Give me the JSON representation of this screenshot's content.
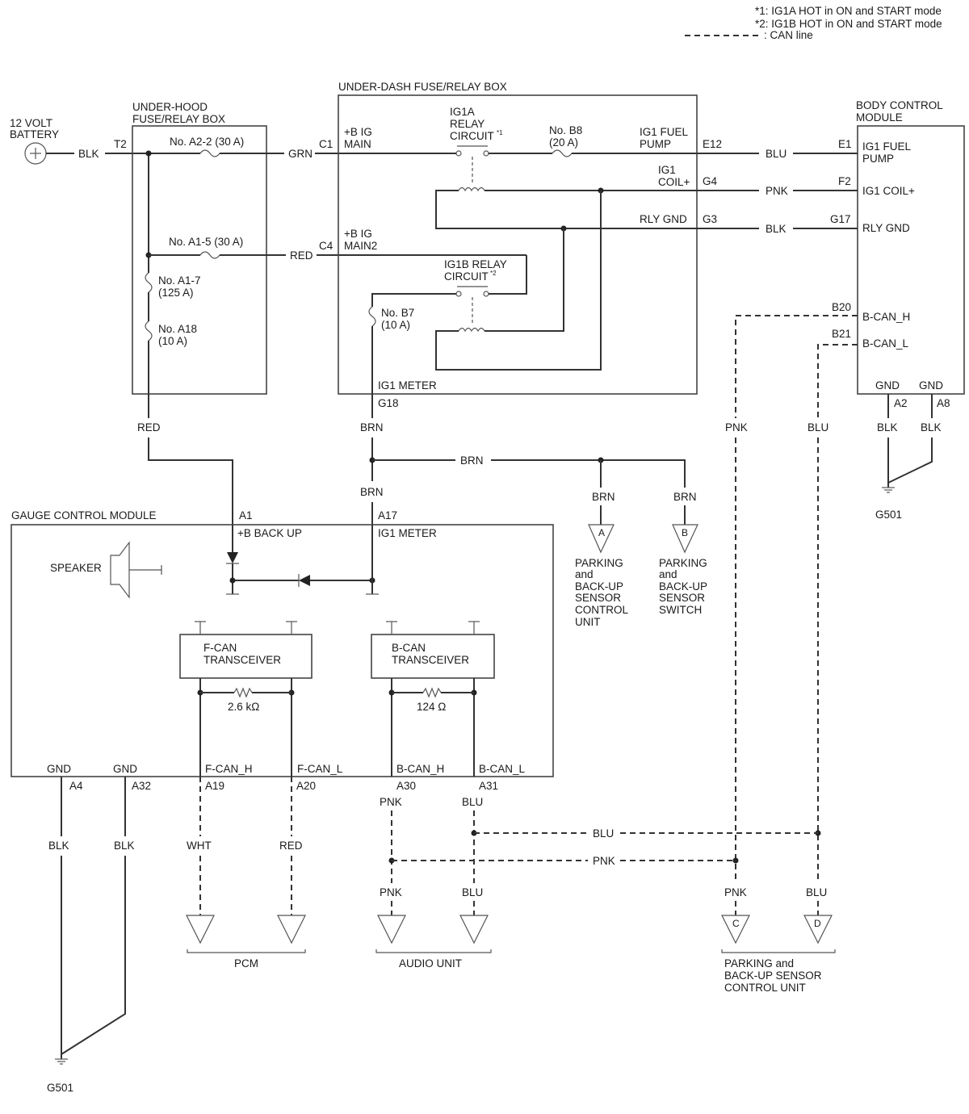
{
  "legend": {
    "note1": "*1: IG1A HOT in ON and START mode",
    "note2": "*2: IG1B HOT in ON and START mode",
    "can_line": ": CAN line"
  },
  "battery": {
    "l1": "12 VOLT",
    "l2": "BATTERY"
  },
  "under_hood": {
    "t1": "UNDER-HOOD",
    "t2": "FUSE/RELAY BOX",
    "fuse_a2_2": "No. A2-2 (30 A)",
    "fuse_a1_5": "No. A1-5 (30 A)",
    "fuse_a1_7_l1": "No. A1-7",
    "fuse_a1_7_l2": "(125 A)",
    "fuse_a18_l1": "No. A18",
    "fuse_a18_l2": "(10 A)"
  },
  "under_dash": {
    "title": "UNDER-DASH FUSE/RELAY BOX",
    "b_ig_main_l1": "+B IG",
    "b_ig_main_l2": "MAIN",
    "b_ig_main2_l1": "+B IG",
    "b_ig_main2_l2": "MAIN2",
    "ig1a_l1": "IG1A",
    "ig1a_l2": "RELAY",
    "ig1a_l3": "CIRCUIT",
    "ig1a_sup": "*1",
    "ig1b_l1": "IG1B RELAY",
    "ig1b_l2": "CIRCUIT",
    "ig1b_sup": "*2",
    "fuse_b8_l1": "No. B8",
    "fuse_b8_l2": "(20 A)",
    "fuse_b7_l1": "No. B7",
    "fuse_b7_l2": "(10 A)",
    "ig1_fuel_pump_l1": "IG1 FUEL",
    "ig1_fuel_pump_l2": "PUMP",
    "ig1_coil_l1": "IG1",
    "ig1_coil_l2": "COIL+",
    "rly_gnd": "RLY GND",
    "ig1_meter": "IG1 METER"
  },
  "bcm": {
    "t1": "BODY CONTROL",
    "t2": "MODULE",
    "fuel_pump_l1": "IG1 FUEL",
    "fuel_pump_l2": "PUMP",
    "coil": "IG1 COIL+",
    "rly_gnd": "RLY GND",
    "bcan_h": "B-CAN_H",
    "bcan_l": "B-CAN_L",
    "gnd1": "GND",
    "gnd2": "GND"
  },
  "gcm": {
    "title": "GAUGE CONTROL MODULE",
    "b_backup": "+B BACK UP",
    "ig1_meter": "IG1 METER",
    "speaker": "SPEAKER",
    "fcan_l1": "F-CAN",
    "fcan_l2": "TRANSCEIVER",
    "bcan_l1": "B-CAN",
    "bcan_l2": "TRANSCEIVER",
    "res1": "2.6 kΩ",
    "res2": "124 Ω",
    "gnd1": "GND",
    "gnd2": "GND",
    "fcan_h": "F-CAN_H",
    "fcan_l": "F-CAN_L",
    "bcan_h": "B-CAN_H",
    "bcan_l": "B-CAN_L"
  },
  "terminals": {
    "t2": "T2",
    "c1": "C1",
    "c4": "C4",
    "e12": "E12",
    "g4": "G4",
    "g3": "G3",
    "g18": "G18",
    "e1": "E1",
    "f2": "F2",
    "g17": "G17",
    "b20": "B20",
    "b21": "B21",
    "a2": "A2",
    "a8": "A8",
    "a1": "A1",
    "a17": "A17",
    "a4": "A4",
    "a32": "A32",
    "a19": "A19",
    "a20": "A20",
    "a30": "A30",
    "a31": "A31"
  },
  "wires": {
    "blk_batt": "BLK",
    "grn": "GRN",
    "red_c4": "RED",
    "blu_e12": "BLU",
    "pnk_g4": "PNK",
    "blk_g3": "BLK",
    "red_down": "RED",
    "brn_g18": "BRN",
    "brn_branch": "BRN",
    "brn_a17": "BRN",
    "brn_a": "BRN",
    "brn_b": "BRN",
    "pnk_b20": "PNK",
    "blu_b21": "BLU",
    "blk_a2": "BLK",
    "blk_a8": "BLK",
    "blk_a4": "BLK",
    "blk_a32": "BLK",
    "wht": "WHT",
    "red_a20": "RED",
    "pnk_a30": "PNK",
    "blu_a31": "BLU",
    "blu_cross": "BLU",
    "pnk_cross": "PNK",
    "pnk_audio": "PNK",
    "blu_audio": "BLU",
    "pnk_c": "PNK",
    "blu_d": "BLU"
  },
  "connectors": {
    "a": "A",
    "b": "B",
    "c": "C",
    "d": "D"
  },
  "parking_unit_a": [
    "PARKING",
    "and",
    "BACK-UP",
    "SENSOR",
    "CONTROL",
    "UNIT"
  ],
  "parking_switch_b": [
    "PARKING",
    "and",
    "BACK-UP",
    "SENSOR",
    "SWITCH"
  ],
  "parking_unit_cd": [
    "PARKING and",
    "BACK-UP SENSOR",
    "CONTROL UNIT"
  ],
  "pcm": "PCM",
  "audio_unit": "AUDIO UNIT",
  "grounds": {
    "g501_top": "G501",
    "g501_bottom": "G501"
  }
}
